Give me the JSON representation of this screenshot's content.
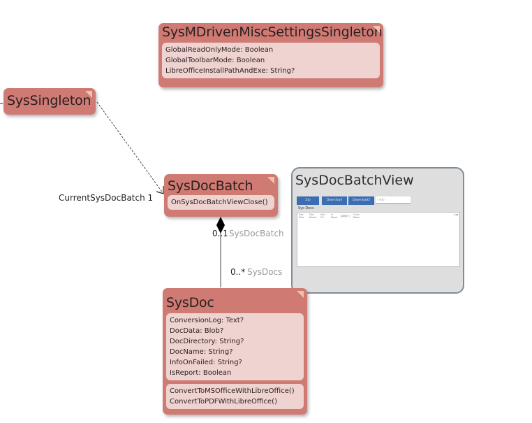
{
  "diagram": {
    "classes": [
      {
        "id": "SysMDrivenMiscSettingsSingleton",
        "name": "SysMDrivenMiscSettingsSingleton",
        "attributes": [
          "GlobalReadOnlyMode: Boolean",
          "GlobalToolbarMode: Boolean",
          "LibreOfficeInstallPathAndExe: String?"
        ],
        "methods": []
      },
      {
        "id": "SysSingleton",
        "name": "SysSingleton",
        "attributes": [],
        "methods": []
      },
      {
        "id": "SysDocBatch",
        "name": "SysDocBatch",
        "attributes": [],
        "methods": [
          "OnSysDocBatchViewClose()"
        ]
      },
      {
        "id": "SysDoc",
        "name": "SysDoc",
        "attributes": [
          "ConversionLog: Text?",
          "DocData: Blob?",
          "DocDirectory: String?",
          "DocName: String?",
          "InfoOnFailed: String?",
          "IsReport: Boolean"
        ],
        "methods": [
          "ConvertToMSOfficeWithLibreOffice()",
          "ConvertToPDFWithLibreOffice()"
        ]
      }
    ],
    "associations": [
      {
        "from": "SysSingleton",
        "to": "SysDocBatch",
        "style": "dashed-arrow",
        "role_label": "CurrentSysDocBatch 1"
      },
      {
        "from": "SysDocBatch",
        "to": "SysDoc",
        "style": "composition",
        "end1_multiplicity": "0..1",
        "end1_role": "SysDocBatch",
        "end2_multiplicity": "0..*",
        "end2_role": "SysDocs"
      }
    ],
    "view": {
      "name": "SysDocBatchView",
      "buttons": [
        "Zip",
        "Download",
        "Download2"
      ],
      "input_placeholder": "r Ado",
      "grid_label": "Sys Docs",
      "grid_columns": [
        "Doc Dire",
        "Doc Name",
        "Info On",
        "Is Repo",
        "Conv",
        "Conv Mess"
      ],
      "grid_menu": "•••"
    },
    "colors": {
      "class_fill": "#cf7a73",
      "compartment_fill": "#efd3d1",
      "view_fill": "#dedede",
      "view_border": "#7f8c99",
      "view_button": "#3b6db3"
    }
  }
}
